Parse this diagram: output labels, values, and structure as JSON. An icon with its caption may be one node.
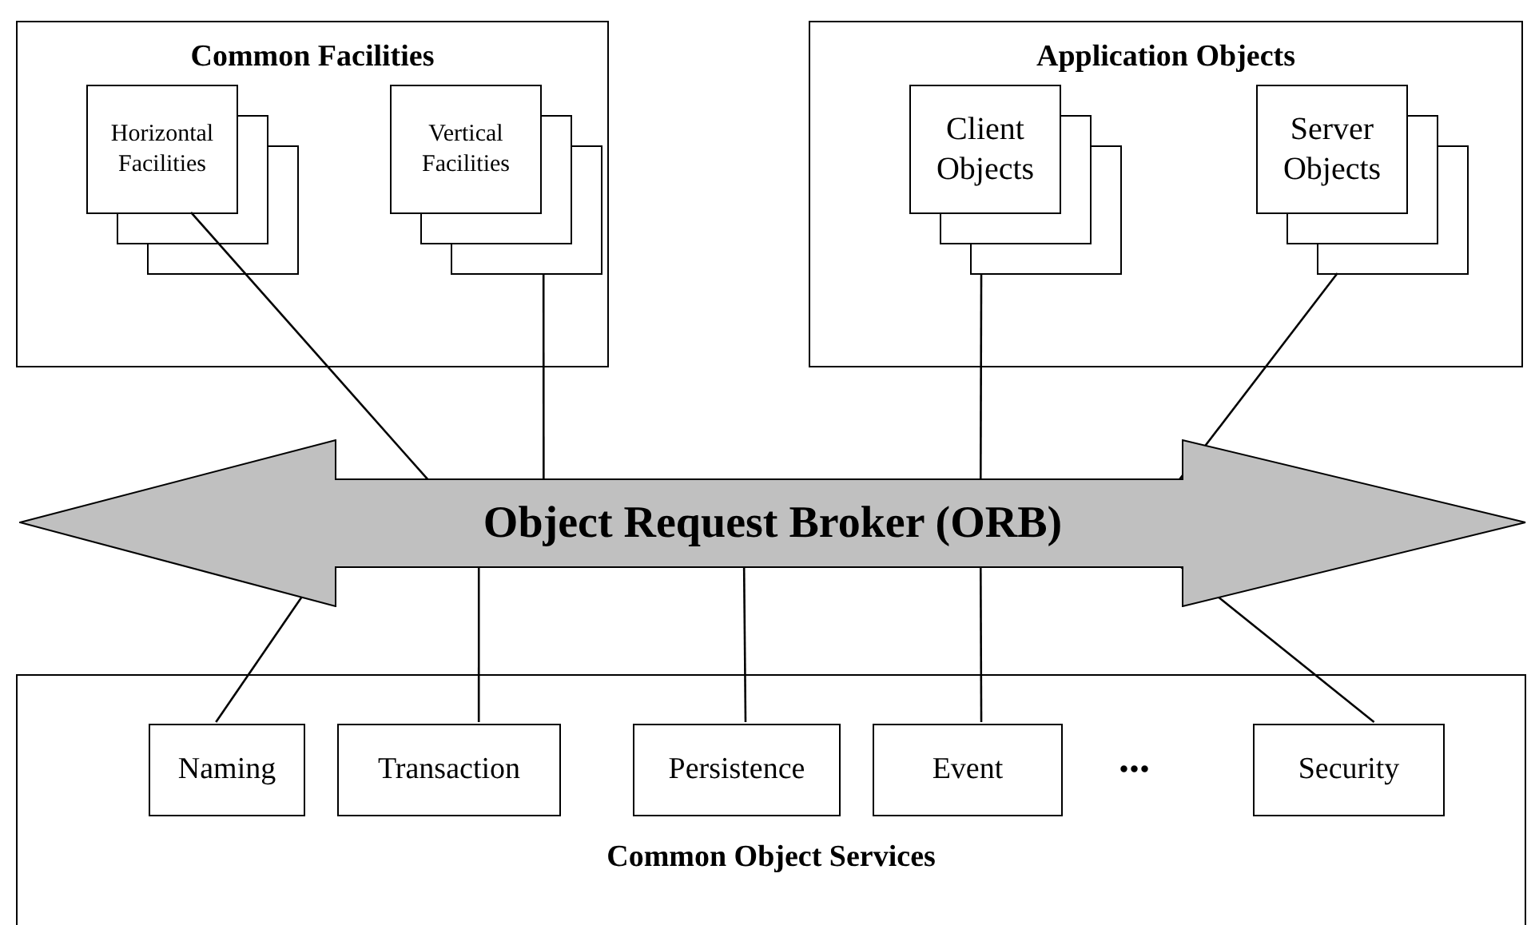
{
  "diagram": {
    "nodes": [
      {
        "text": [
          "Common Facilities"
        ]
      },
      {
        "text": [
          "Horizontal Facilities"
        ],
        "in": 0
      },
      {
        "text": [
          "Vertical Facilities"
        ],
        "in": 0
      },
      {
        "text": [
          "Application Objects"
        ]
      },
      {
        "text": [
          "Client Objects"
        ],
        "in": 3
      },
      {
        "text": [
          "Server Objects"
        ],
        "in": 3
      },
      {
        "text": [
          "Object Request Broker (ORB)"
        ]
      },
      {
        "text": [
          "Common Object Services"
        ]
      },
      {
        "text": [
          "Naming"
        ],
        "in": 7
      },
      {
        "text": [
          "Transaction"
        ],
        "in": 7
      },
      {
        "text": [
          "Persistence"
        ],
        "in": 7
      },
      {
        "text": [
          "Event"
        ],
        "in": 7
      },
      {
        "text": [
          "Security"
        ],
        "in": 7
      }
    ],
    "edges": [
      {
        "from": 1,
        "to": 6,
        "arrow": "none"
      },
      {
        "from": 2,
        "to": 6,
        "arrow": "none"
      },
      {
        "from": 4,
        "to": 6,
        "arrow": "none"
      },
      {
        "from": 5,
        "to": 6,
        "arrow": "none"
      },
      {
        "from": 6,
        "to": 8,
        "arrow": "none"
      },
      {
        "from": 6,
        "to": 9,
        "arrow": "none"
      },
      {
        "from": 6,
        "to": 10,
        "arrow": "none"
      },
      {
        "from": 6,
        "to": 11,
        "arrow": "none"
      },
      {
        "from": 6,
        "to": 12,
        "arrow": "none"
      }
    ],
    "labels": [
      "..."
    ]
  }
}
